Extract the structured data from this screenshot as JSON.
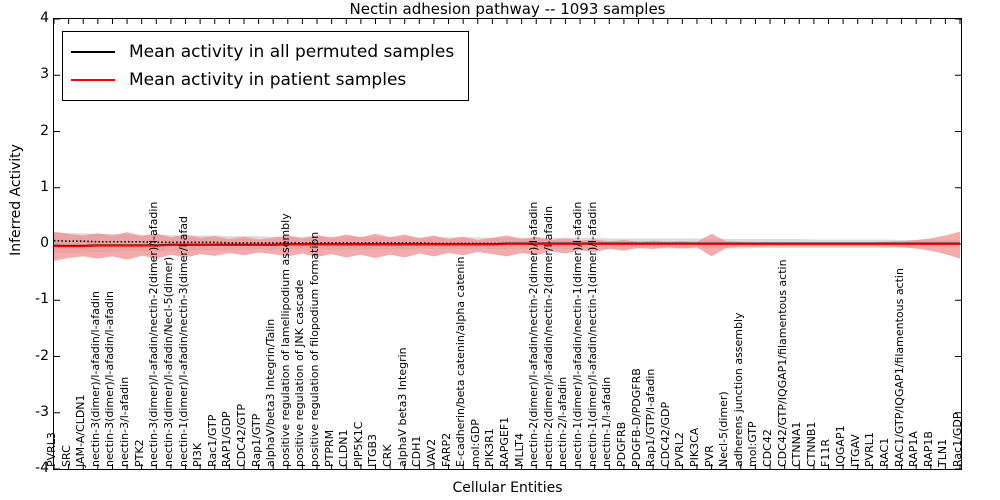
{
  "chart_data": {
    "type": "line",
    "title": "Nectin adhesion pathway -- 1093 samples",
    "xlabel": "Cellular Entities",
    "ylabel": "Inferred Activity",
    "ylim": [
      -4,
      4
    ],
    "yticks": [
      "4",
      "3",
      "2",
      "1",
      "0",
      "-1",
      "-2",
      "-3",
      "-4"
    ],
    "ytick_values": [
      4,
      3,
      2,
      1,
      0,
      -1,
      -2,
      -3,
      -4
    ],
    "grid": false,
    "legend_position": "upper-left",
    "legend": [
      {
        "label": "Mean activity in all permuted samples",
        "color": "#000000"
      },
      {
        "label": "Mean activity in patient samples",
        "color": "#ff0000"
      }
    ],
    "categories": [
      "PVRL3",
      "SRC",
      "JAM-A/CLDN1",
      "nectin-3(dimer)/l-afadin/l-afadin",
      "nectin-3(dimer)/l-afadin/l-afadin",
      "nectin-3/l-afadin",
      "PTK2",
      "nectin-3(dimer)/l-afadin/nectin-2(dimer)/l-afadin",
      "nectin-3(dimer)/l-afadin/Necl-5(dimer)",
      "nectin-1(dimer)/l-afadin/nectin-3(dimer/l-afad",
      "PI3K",
      "Rac1/GTP",
      "RAP1/GDP",
      "CDC42/GTP",
      "Rap1/GTP",
      "alphaV/beta3 Integrin/Talin",
      "positive regulation of lamellipodium assembly",
      "positive regulation of JNK cascade",
      "positive regulation of filopodium formation",
      "PTPRM",
      "CLDN1",
      "PIP5K1C",
      "ITGB3",
      "CRK",
      "alphaV beta3 Integrin",
      "CDH1",
      "VAV2",
      "FARP2",
      "E-cadherin/beta catenin/alpha catenin",
      "mol:GDP",
      "PIK3R1",
      "RAPGEF1",
      "MLLT4",
      "nectin-2(dimer)/l-afadin/nectin-2(dimer)/l-afadin",
      "nectin-2(dimer)/l-afadin/nectin-2(dimer/l-afadin",
      "nectin-2/l-afadin",
      "nectin-1(dimer)/l-afadin/nectin-1(dimer)/l-afadin",
      "nectin-1(dimer)/l-afadin/nectin-1(dimer)/l-afadin",
      "nectin-1/l-afadin",
      "PDGFRB",
      "PDGFB-D/PDGFRB",
      "Rap1/GTP/l-afadin",
      "CDC42/GDP",
      "PVRL2",
      "PIK3CA",
      "PVR",
      "Necl-5(dimer)",
      "adherens junction assembly",
      "mol:GTP",
      "CDC42",
      "CDC42/GTP/IQGAP1/filamentous actin",
      "CTNNA1",
      "CTNNB1",
      "F11R",
      "IQGAP1",
      "ITGAV",
      "PVRL1",
      "RAC1",
      "RAC1/GTP/IQGAP1/filamentous actin",
      "RAP1A",
      "RAP1B",
      "TLN1",
      "Rac1/GDP"
    ],
    "series": [
      {
        "name": "Mean activity in all permuted samples",
        "color": "#000000",
        "style": "dotted",
        "values": [
          0.06,
          0.05,
          0.05,
          0.04,
          0.04,
          0.04,
          0.04,
          0.03,
          0.03,
          0.03,
          0.03,
          0.03,
          0.02,
          0.02,
          0.02,
          0.02,
          0.02,
          0.02,
          0.02,
          0.02,
          0.02,
          0.02,
          0.02,
          0.02,
          0.02,
          0.02,
          0.01,
          0.01,
          0.01,
          0.01,
          0.01,
          0.01,
          0.01,
          0.01,
          0.01,
          0.01,
          0.01,
          0.01,
          0.01,
          0.01,
          0.01,
          0.01,
          0.01,
          0.01,
          0.0,
          0.0,
          0.0,
          0.0,
          0.0,
          0.0,
          0.0,
          0.0,
          0.0,
          0.0,
          0.0,
          0.0,
          0.0,
          0.0,
          0.0,
          0.0,
          0.0,
          0.0,
          0.0
        ],
        "band_color": "#bfbfbf",
        "band_lower": [
          -0.16,
          -0.15,
          -0.15,
          -0.14,
          -0.14,
          -0.13,
          -0.13,
          -0.12,
          -0.12,
          -0.12,
          -0.11,
          -0.11,
          -0.11,
          -0.1,
          -0.1,
          -0.1,
          -0.1,
          -0.1,
          -0.1,
          -0.1,
          -0.1,
          -0.1,
          -0.1,
          -0.1,
          -0.1,
          -0.09,
          -0.09,
          -0.09,
          -0.09,
          -0.09,
          -0.09,
          -0.09,
          -0.09,
          -0.09,
          -0.09,
          -0.09,
          -0.08,
          -0.08,
          -0.08,
          -0.08,
          -0.08,
          -0.08,
          -0.08,
          -0.08,
          -0.08,
          -0.08,
          -0.08,
          -0.08,
          -0.07,
          -0.07,
          -0.07,
          -0.07,
          -0.07,
          -0.07,
          -0.07,
          -0.07,
          -0.07,
          -0.07,
          -0.06,
          -0.06,
          -0.06,
          -0.06,
          -0.06
        ],
        "band_upper": [
          0.2,
          0.19,
          0.19,
          0.18,
          0.18,
          0.17,
          0.17,
          0.16,
          0.16,
          0.15,
          0.15,
          0.15,
          0.14,
          0.14,
          0.14,
          0.13,
          0.13,
          0.13,
          0.13,
          0.13,
          0.13,
          0.13,
          0.12,
          0.12,
          0.12,
          0.12,
          0.12,
          0.12,
          0.12,
          0.12,
          0.11,
          0.11,
          0.11,
          0.11,
          0.11,
          0.11,
          0.11,
          0.11,
          0.1,
          0.1,
          0.1,
          0.1,
          0.1,
          0.1,
          0.1,
          0.09,
          0.09,
          0.09,
          0.09,
          0.09,
          0.09,
          0.09,
          0.08,
          0.08,
          0.08,
          0.08,
          0.08,
          0.08,
          0.07,
          0.07,
          0.07,
          0.07,
          0.07
        ]
      },
      {
        "name": "Mean activity in patient samples",
        "color": "#ff0000",
        "style": "solid",
        "values": [
          -0.04,
          -0.04,
          -0.04,
          -0.03,
          -0.03,
          -0.03,
          -0.03,
          -0.03,
          -0.02,
          -0.02,
          -0.02,
          -0.02,
          -0.02,
          -0.02,
          -0.02,
          -0.02,
          -0.01,
          -0.01,
          -0.01,
          -0.01,
          -0.01,
          -0.01,
          -0.01,
          -0.01,
          -0.01,
          -0.01,
          -0.01,
          -0.01,
          -0.01,
          -0.01,
          -0.01,
          0.0,
          0.0,
          0.0,
          0.0,
          0.0,
          0.0,
          0.0,
          0.0,
          0.0,
          0.0,
          0.0,
          0.0,
          0.0,
          0.0,
          0.0,
          0.0,
          0.0,
          0.0,
          0.0,
          0.0,
          0.0,
          0.0,
          0.0,
          0.0,
          0.0,
          0.0,
          0.0,
          0.0,
          0.0,
          0.0,
          0.0,
          0.0
        ],
        "band_color": "#f08f8f",
        "band_lower": [
          -0.3,
          -0.25,
          -0.22,
          -0.26,
          -0.22,
          -0.28,
          -0.21,
          -0.26,
          -0.19,
          -0.24,
          -0.18,
          -0.21,
          -0.16,
          -0.2,
          -0.15,
          -0.18,
          -0.22,
          -0.17,
          -0.23,
          -0.18,
          -0.24,
          -0.19,
          -0.25,
          -0.19,
          -0.24,
          -0.17,
          -0.22,
          -0.16,
          -0.2,
          -0.14,
          -0.18,
          -0.22,
          -0.16,
          -0.2,
          -0.13,
          -0.17,
          -0.11,
          -0.14,
          -0.09,
          -0.12,
          -0.07,
          -0.09,
          -0.06,
          -0.08,
          -0.06,
          -0.22,
          -0.07,
          -0.05,
          -0.05,
          -0.04,
          -0.04,
          -0.04,
          -0.04,
          -0.04,
          -0.04,
          -0.04,
          -0.04,
          -0.05,
          -0.06,
          -0.08,
          -0.12,
          -0.18,
          -0.26
        ],
        "band_upper": [
          0.22,
          0.18,
          0.15,
          0.19,
          0.15,
          0.21,
          0.14,
          0.19,
          0.12,
          0.17,
          0.11,
          0.14,
          0.09,
          0.13,
          0.08,
          0.11,
          0.15,
          0.1,
          0.16,
          0.11,
          0.17,
          0.12,
          0.18,
          0.12,
          0.17,
          0.1,
          0.15,
          0.09,
          0.13,
          0.07,
          0.11,
          0.15,
          0.09,
          0.13,
          0.07,
          0.1,
          0.06,
          0.08,
          0.05,
          0.07,
          0.04,
          0.06,
          0.04,
          0.05,
          0.04,
          0.18,
          0.05,
          0.04,
          0.03,
          0.03,
          0.03,
          0.03,
          0.03,
          0.03,
          0.03,
          0.03,
          0.03,
          0.04,
          0.05,
          0.07,
          0.1,
          0.15,
          0.22
        ]
      }
    ]
  }
}
